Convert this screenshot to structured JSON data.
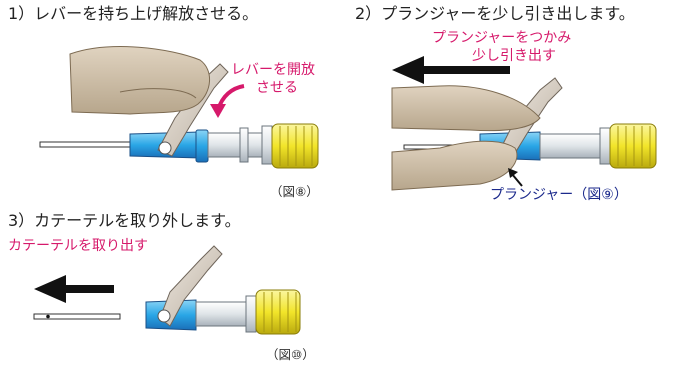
{
  "step1": {
    "title": "1）レバーを持ち上げ解放させる。",
    "note_line1": "レバーを開放",
    "note_line2": "させる",
    "caption": "（図⑧）"
  },
  "step2": {
    "title": "2）プランジャーを少し引き出します。",
    "note_line1": "プランジャーをつかみ",
    "note_line2": "少し引き出す",
    "caption": "プランジャー（図⑨）"
  },
  "step3": {
    "title": "3）カテーテルを取り外します。",
    "note": "カテーテルを取り出す",
    "caption": "（図⑩）"
  },
  "colors": {
    "magenta": "#d6196b",
    "navy": "#1c2a8c",
    "device_blue": "#2aa6e6",
    "cap_yellow": "#f2e52a",
    "hand": "#cbb9a0",
    "arrow": "#111111"
  }
}
